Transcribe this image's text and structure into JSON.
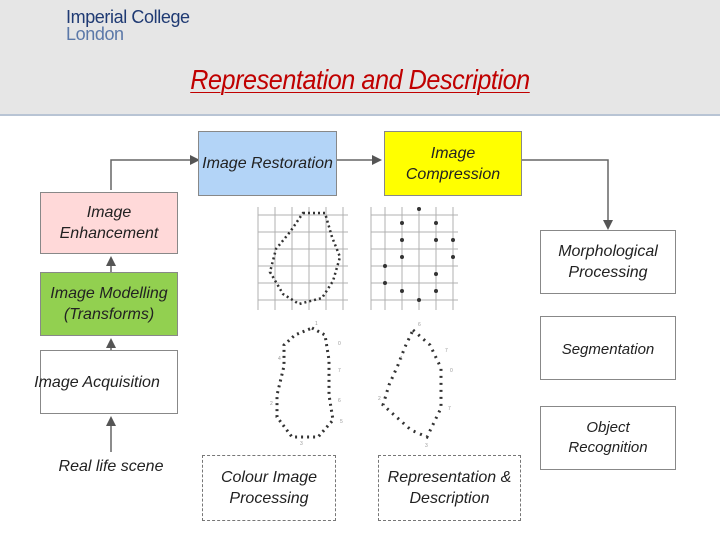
{
  "logo": {
    "line1": "Imperial College",
    "line2": "London"
  },
  "title": "Representation and Description",
  "stages": {
    "restoration": "Image Restoration",
    "compression": "Image Compression",
    "enhancement": "Image Enhancement",
    "morphological": "Morphological Processing",
    "modelling": "Image Modelling (Transforms)",
    "segmentation": "Segmentation",
    "acquisition": "Image Acquisition",
    "object_recognition": "Object Recognition",
    "real_life": "Real life scene",
    "colour": "Colour Image Processing",
    "representation": "Representation & Description"
  },
  "colors": {
    "title": "#c00000",
    "restoration": "#b3d4f7",
    "compression": "#ffff00",
    "enhancement": "#ffd9d9",
    "modelling": "#92d050"
  }
}
